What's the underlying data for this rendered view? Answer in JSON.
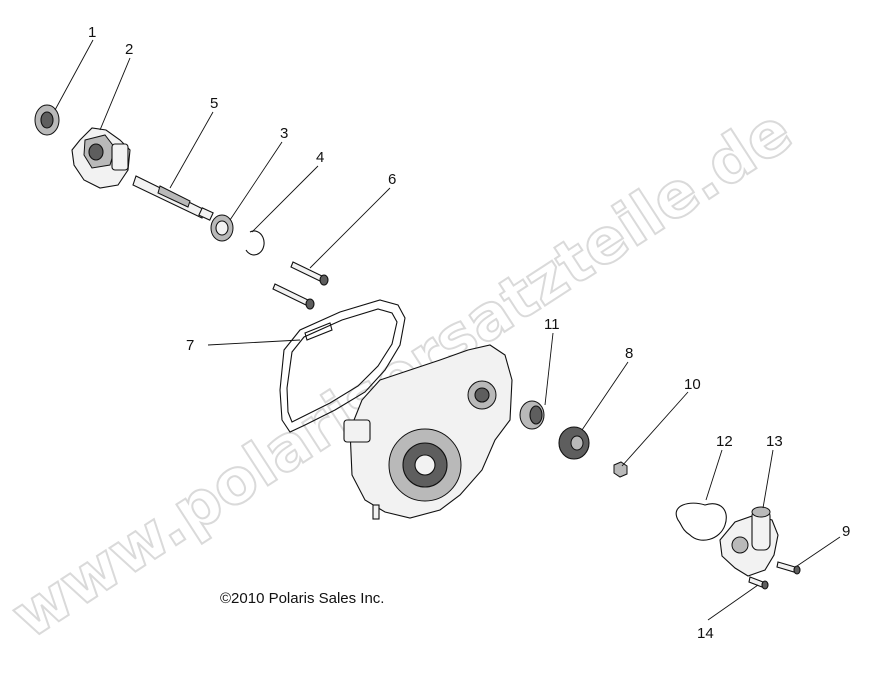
{
  "copyright": "©2010 Polaris Sales Inc.",
  "watermark": "www.polarisersatzteile.de",
  "callouts": [
    "1",
    "2",
    "3",
    "4",
    "5",
    "6",
    "7",
    "8",
    "9",
    "10",
    "11",
    "12",
    "13",
    "14"
  ]
}
